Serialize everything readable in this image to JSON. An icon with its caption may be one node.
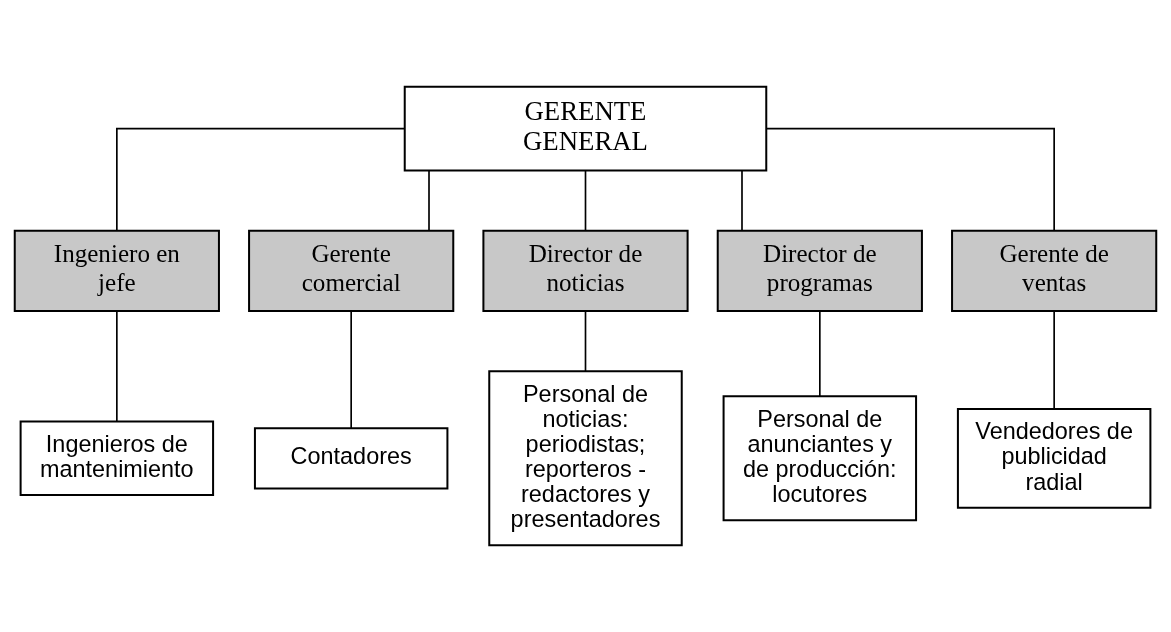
{
  "diagram": {
    "nodes": [
      {
        "text": [
          "GERENTE GENERAL"
        ]
      },
      {
        "text": [
          "Ingeniero en jefe"
        ]
      },
      {
        "text": [
          "Gerente comercial"
        ]
      },
      {
        "text": [
          "Director de noticias"
        ]
      },
      {
        "text": [
          "Director de programas"
        ]
      },
      {
        "text": [
          "Gerente de ventas"
        ]
      },
      {
        "text": [
          "Ingenieros de mantenimiento"
        ]
      },
      {
        "text": [
          "Contadores"
        ]
      },
      {
        "text": [
          "Personal de noticias: periodistas; reporteros - redactores y presentadores"
        ]
      },
      {
        "text": [
          "Personal de anunciantes y de producción: locutores"
        ]
      },
      {
        "text": [
          "Vendedores de publicidad radial"
        ]
      }
    ],
    "edges": [
      {
        "from": 0,
        "to": 1,
        "arrow": "none"
      },
      {
        "from": 0,
        "to": 2,
        "arrow": "none"
      },
      {
        "from": 0,
        "to": 3,
        "arrow": "none"
      },
      {
        "from": 0,
        "to": 4,
        "arrow": "none"
      },
      {
        "from": 0,
        "to": 5,
        "arrow": "none"
      },
      {
        "from": 1,
        "to": 6,
        "arrow": "none"
      },
      {
        "from": 2,
        "to": 7,
        "arrow": "none"
      },
      {
        "from": 3,
        "to": 8,
        "arrow": "none"
      },
      {
        "from": 4,
        "to": 9,
        "arrow": "none"
      },
      {
        "from": 5,
        "to": 10,
        "arrow": "none"
      }
    ]
  }
}
